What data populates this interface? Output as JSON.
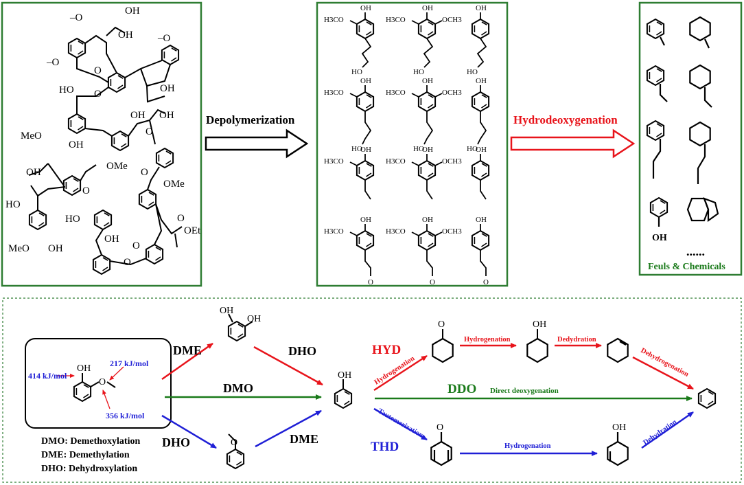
{
  "top": {
    "step1": "Depolymerization",
    "step2": "Hydrodeoxygenation",
    "products_caption": "Feuls & Chemicals",
    "dots": "......",
    "lignin_labels": {
      "oh": "OH",
      "o": "O",
      "omeo": "MeO",
      "ome": "OMe",
      "ho": "HO",
      "oet": "OEt",
      "ome_tag": "–O"
    },
    "monomer_labels": {
      "h3co": "H3CO",
      "och3": "OCH3",
      "oh": "OH",
      "ho": "HO",
      "o": "O"
    }
  },
  "bottom": {
    "bde": [
      "414 kJ/mol",
      "217 kJ/mol",
      "356 kJ/mol"
    ],
    "legend": [
      "DMO: Demethoxylation",
      "DME: Demethylation",
      "DHO: Dehydroxylation"
    ],
    "routes": {
      "dme_top": "DME",
      "dho_top": "DHO",
      "dmo": "DMO",
      "dho_bottom": "DHO",
      "dme_bottom": "DME",
      "hyd": "HYD",
      "ddo": "DDO",
      "ddo_desc": "Direct deoxygenation",
      "thd": "THD",
      "hydrogenation_diag": "Hydrogenation",
      "hydrogenation_top": "Hydrogenation",
      "dedydration": "Dedydration",
      "dehydrogenation": "Dehydrogenation",
      "tautomerization": "Tautomerization",
      "hydrogenation_bottom": "Hydrogenation",
      "dehydration": "Dehydration"
    },
    "atom_labels": {
      "oh": "OH",
      "o": "O"
    }
  },
  "colors": {
    "green": "#2e7d32",
    "red": "#e8141b",
    "blue": "#1f1fd6",
    "dkgreen": "#1a7a1a"
  }
}
